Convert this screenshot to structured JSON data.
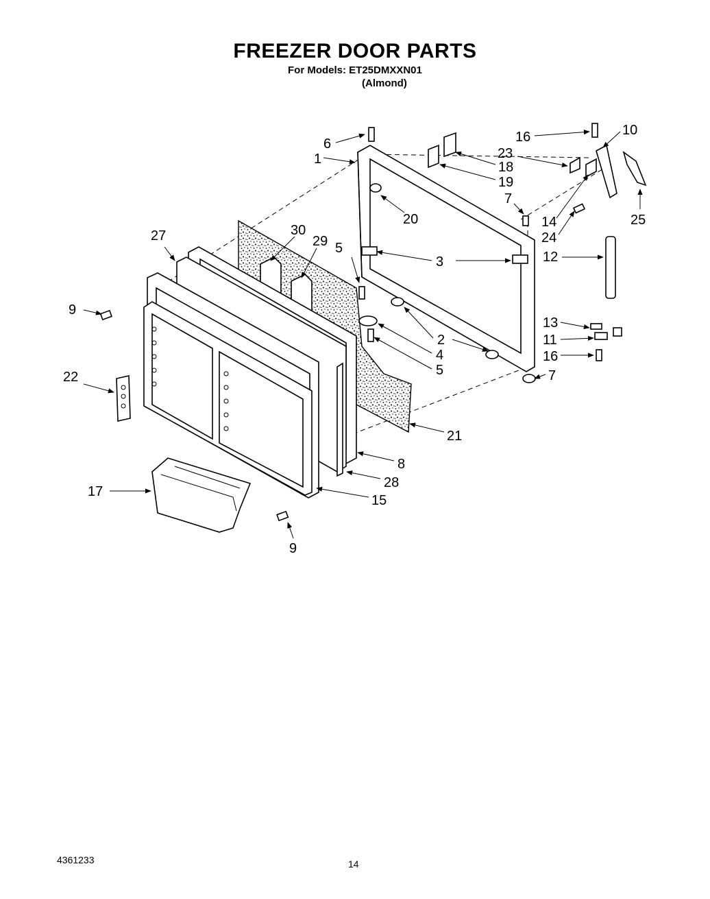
{
  "header": {
    "title": "FREEZER DOOR PARTS",
    "models_line": "For Models: ET25DMXXN01",
    "color_line": "(Almond)"
  },
  "footer": {
    "doc_number": "4361233",
    "page_number": "14"
  },
  "callouts": {
    "c1": "1",
    "c2": "2",
    "c3": "3",
    "c4": "4",
    "c5a": "5",
    "c5b": "5",
    "c6": "6",
    "c7a": "7",
    "c7b": "7",
    "c8": "8",
    "c9a": "9",
    "c9b": "9",
    "c10": "10",
    "c11": "11",
    "c12": "12",
    "c13": "13",
    "c14": "14",
    "c15": "15",
    "c16a": "16",
    "c16b": "16",
    "c17": "17",
    "c18": "18",
    "c19": "19",
    "c20": "20",
    "c21": "21",
    "c22": "22",
    "c23": "23",
    "c24": "24",
    "c25": "25",
    "c27": "27",
    "c28": "28",
    "c29": "29",
    "c30": "30"
  }
}
